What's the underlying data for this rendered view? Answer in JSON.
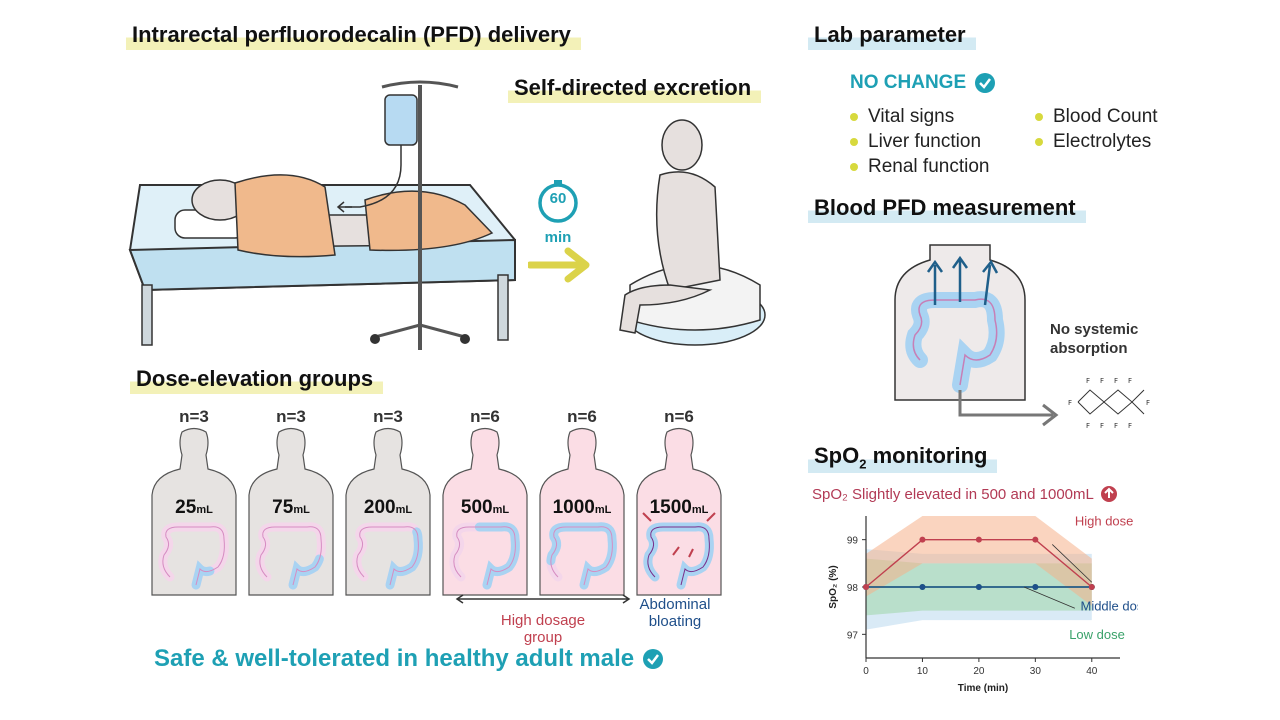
{
  "titles": {
    "delivery": "Intrarectal perfluorodecalin (PFD) delivery",
    "excretion": "Self-directed excretion",
    "lab": "Lab parameter",
    "blood": "Blood PFD measurement",
    "dose": "Dose-elevation groups",
    "spo2_prefix": "SpO",
    "spo2_sub": "2",
    "spo2_suffix": " monitoring"
  },
  "timer": {
    "value": "60",
    "unit": "min"
  },
  "lab": {
    "status": "NO CHANGE",
    "left_items": [
      "Vital signs",
      "Liver function",
      "Renal function"
    ],
    "right_items": [
      "Blood Count",
      "Electrolytes"
    ]
  },
  "blood": {
    "note_line1": "No systemic",
    "note_line2": "absorption",
    "atom_label": "F"
  },
  "dose_groups": [
    {
      "n": "n=3",
      "dose": "25",
      "unit": "mL",
      "fill": 0.15
    },
    {
      "n": "n=3",
      "dose": "75",
      "unit": "mL",
      "fill": 0.25
    },
    {
      "n": "n=3",
      "dose": "200",
      "unit": "mL",
      "fill": 0.4
    },
    {
      "n": "n=6",
      "dose": "500",
      "unit": "mL",
      "fill": 0.6
    },
    {
      "n": "n=6",
      "dose": "1000",
      "unit": "mL",
      "fill": 0.9
    },
    {
      "n": "n=6",
      "dose": "1500",
      "unit": "mL",
      "fill": 1.0
    }
  ],
  "high_dose_note": {
    "line1": "High dosage",
    "line2": "group"
  },
  "bloating_note": {
    "line1": "Abdominal",
    "line2": "bloating"
  },
  "conclusion": "Safe & well-tolerated in healthy adult male",
  "spo2_note": "SpO₂ Slightly elevated in 500 and 1000mL",
  "colors": {
    "teal": "#1ea0b4",
    "yellow_arrow": "#dbd34a",
    "red": "#c0404f",
    "navy": "#1f4f8a",
    "green": "#3aa26a",
    "orange_band": "#f5b08a",
    "green_band": "#9fd6a8",
    "blue_band": "#b9d8ee",
    "colon_blue": "#a9d3f2",
    "colon_pink": "#e9a7d4"
  },
  "chart_data": {
    "type": "line",
    "title": "",
    "xlabel": "Time (min)",
    "ylabel": "SpO₂ (%)",
    "x": [
      0,
      10,
      20,
      30,
      40
    ],
    "xlim": [
      0,
      45
    ],
    "ylim": [
      96.5,
      99.5
    ],
    "xticks": [
      0,
      10,
      20,
      30,
      40
    ],
    "yticks": [
      97,
      98,
      99
    ],
    "series": [
      {
        "name": "High dose",
        "values": [
          98,
          99,
          99,
          99,
          98
        ],
        "band_low": [
          97.8,
          98.5,
          98.5,
          98.5,
          97.6
        ],
        "band_high": [
          98.7,
          99.5,
          99.5,
          99.5,
          98.6
        ]
      },
      {
        "name": "Middle dose",
        "values": [
          98,
          98,
          98,
          98,
          98
        ],
        "band_low": [
          97.1,
          97.3,
          97.3,
          97.3,
          97.3
        ],
        "band_high": [
          98.8,
          98.7,
          98.7,
          98.7,
          98.7
        ]
      },
      {
        "name": "Low dose",
        "values": [
          98,
          98,
          98,
          98,
          98
        ],
        "band_low": [
          97.4,
          97.5,
          97.5,
          97.5,
          97.5
        ],
        "band_high": [
          98.6,
          98.5,
          98.5,
          98.5,
          98.5
        ]
      }
    ]
  }
}
